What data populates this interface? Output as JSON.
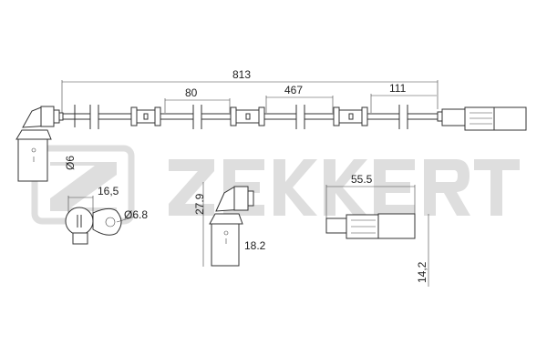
{
  "brand": {
    "logo_text": "ZEKKERT",
    "watermark_color": "#d9d9d9"
  },
  "dimensions": {
    "total_length": "813",
    "clip_spacing_1": "80",
    "clip_spacing_2": "467",
    "end_length": "111",
    "cable_diameter": "Ø6",
    "sensor_offset": "16,5",
    "hole_diameter": "Ø6.8",
    "sensor_height": "27.9",
    "sensor_width": "18.2",
    "connector_length": "55.5",
    "connector_height": "14,2"
  },
  "colors": {
    "line": "#333333",
    "text": "#222222"
  }
}
